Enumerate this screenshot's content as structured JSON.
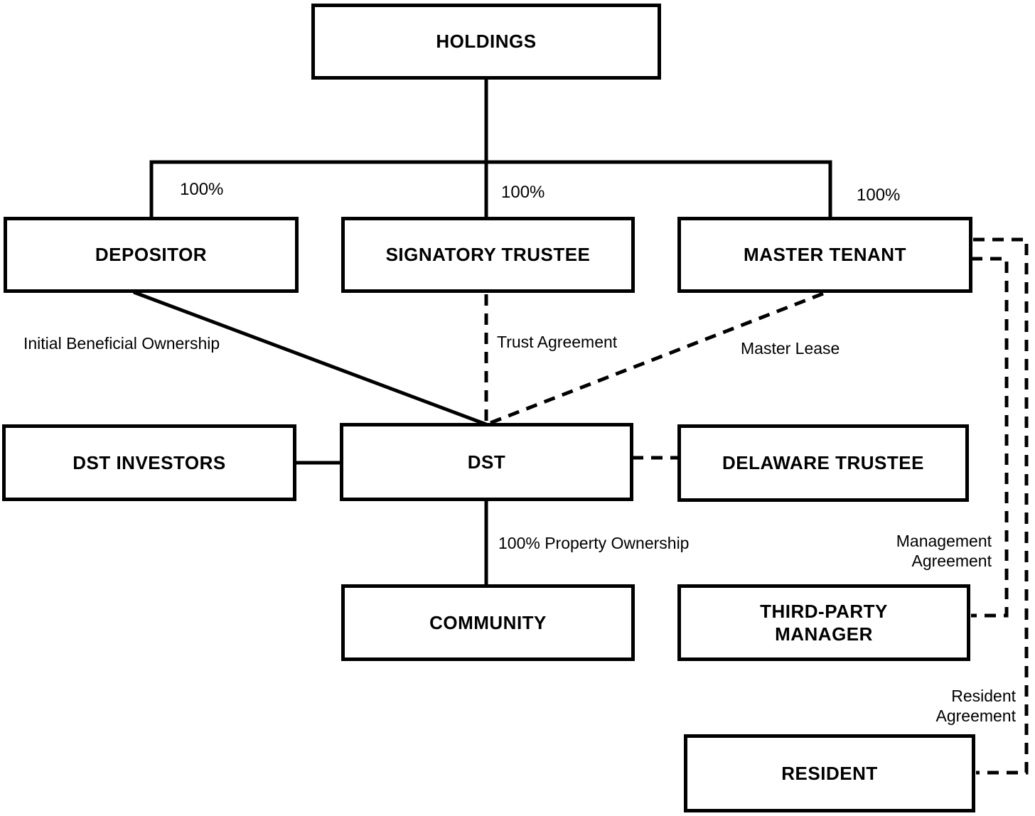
{
  "diagram": {
    "colors": {
      "background": "#ffffff",
      "line": "#000000",
      "box_fill": "#ffffff",
      "text": "#000000"
    },
    "nodes": {
      "holdings": "HOLDINGS",
      "depositor": "DEPOSITOR",
      "signatory_trustee": "SIGNATORY TRUSTEE",
      "master_tenant": "MASTER TENANT",
      "dst_investors": "DST INVESTORS",
      "dst": "DST",
      "delaware_trustee": "DELAWARE TRUSTEE",
      "community": "COMMUNITY",
      "third_party_manager": "THIRD-PARTY MANAGER",
      "resident": "RESIDENT"
    },
    "labels": {
      "pct_depositor": "100%",
      "pct_signatory": "100%",
      "pct_master": "100%",
      "initial_beneficial_ownership": "Initial Beneficial Ownership",
      "trust_agreement": "Trust Agreement",
      "master_lease": "Master Lease",
      "property_ownership": "100% Property Ownership",
      "management_agreement": "Management Agreement",
      "resident_agreement": "Resident Agreement"
    }
  }
}
